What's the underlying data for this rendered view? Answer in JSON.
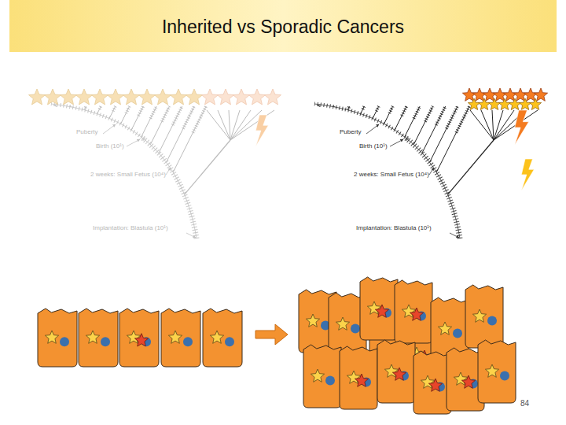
{
  "diagram": {
    "title": "Inherited vs Sporadic Cancers",
    "labels": [
      "Puberty",
      "Birth (10¹)",
      "2 weeks: Small Fetus (10⁴)",
      "Implantation: Blastula (10¹)",
      "Puberty",
      "Birth (10¹)",
      "2 weeks: Small Fetus (10⁴)",
      "Implantation: Blastula (10¹)",
      "84"
    ]
  }
}
